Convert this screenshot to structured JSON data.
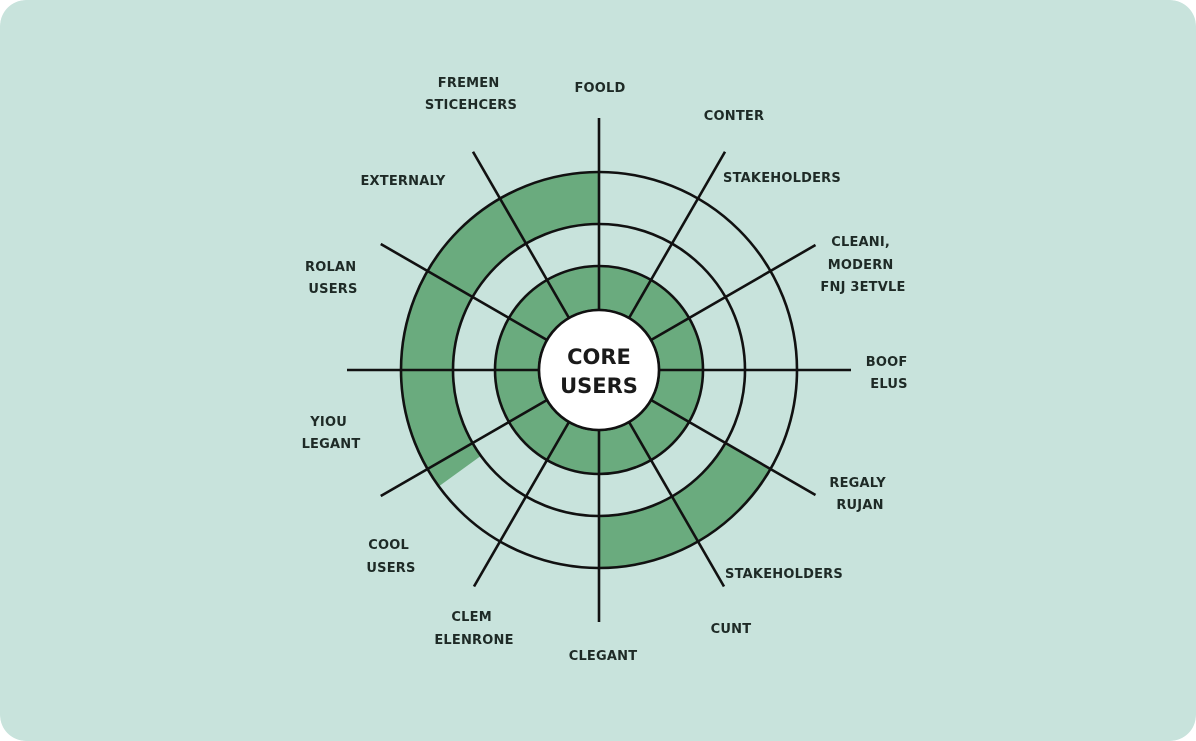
{
  "colors": {
    "background": "#c8e3dc",
    "fill": "#6aab7e",
    "line": "#111111",
    "center": "#ffffff"
  },
  "center": {
    "line1": "CORE",
    "line2": "USERS"
  },
  "labels": [
    {
      "id": "freemen",
      "lines": [
        "FREMEN",
        "STICEHCERS"
      ]
    },
    {
      "id": "foold",
      "lines": [
        "FOOLD"
      ]
    },
    {
      "id": "conter",
      "lines": [
        "CONTER"
      ]
    },
    {
      "id": "stakeholders-top",
      "lines": [
        "STAKEHOLDERS"
      ]
    },
    {
      "id": "cleani",
      "lines": [
        "CLEANI,",
        "MODERN",
        "FNJ 3ETVLE"
      ]
    },
    {
      "id": "boof",
      "lines": [
        "BOOF",
        "ELUS"
      ]
    },
    {
      "id": "regaly",
      "lines": [
        "REGALY",
        "RUJAN"
      ]
    },
    {
      "id": "stakeholders-bottom",
      "lines": [
        "STAKEHOLDERS"
      ]
    },
    {
      "id": "cunt",
      "lines": [
        "CUNT"
      ]
    },
    {
      "id": "clegant",
      "lines": [
        "CLEGANT"
      ]
    },
    {
      "id": "clem",
      "lines": [
        "CLEM",
        "ELENRONE"
      ]
    },
    {
      "id": "cool",
      "lines": [
        "COOL",
        "USERS"
      ]
    },
    {
      "id": "you",
      "lines": [
        "YIOU",
        "LEGANT"
      ]
    },
    {
      "id": "rolan",
      "lines": [
        "ROLAN",
        "USERS"
      ]
    },
    {
      "id": "externaly",
      "lines": [
        "EXTERNALY"
      ]
    }
  ]
}
